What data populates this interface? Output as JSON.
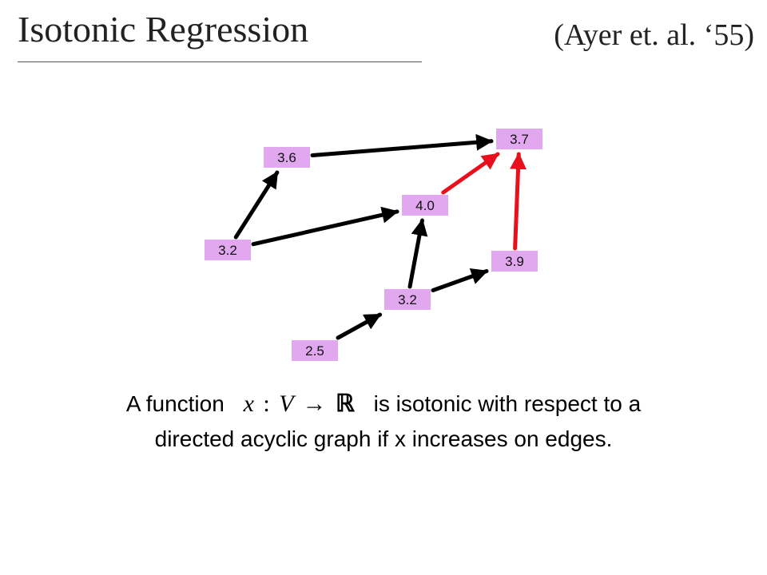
{
  "header": {
    "title": "Isotonic Regression",
    "citation": "(Ayer et. al. ‘55)"
  },
  "graph": {
    "nodes": [
      {
        "id": "n32a",
        "label": "3.2"
      },
      {
        "id": "n36",
        "label": "3.6"
      },
      {
        "id": "n37",
        "label": "3.7"
      },
      {
        "id": "n40",
        "label": "4.0"
      },
      {
        "id": "n39",
        "label": "3.9"
      },
      {
        "id": "n32b",
        "label": "3.2"
      },
      {
        "id": "n25",
        "label": "2.5"
      }
    ],
    "edges": [
      {
        "from": "n32a",
        "to": "n36",
        "violating": false
      },
      {
        "from": "n36",
        "to": "n37",
        "violating": false
      },
      {
        "from": "n32a",
        "to": "n40",
        "violating": false
      },
      {
        "from": "n40",
        "to": "n37",
        "violating": true
      },
      {
        "from": "n39",
        "to": "n37",
        "violating": true
      },
      {
        "from": "n32b",
        "to": "n40",
        "violating": false
      },
      {
        "from": "n32b",
        "to": "n39",
        "violating": false
      },
      {
        "from": "n25",
        "to": "n32b",
        "violating": false
      }
    ],
    "colors": {
      "node_fill": "#e2a8ef",
      "edge": "#000000",
      "violating_edge": "#e8101c"
    }
  },
  "caption": {
    "prefix": "A function",
    "math_x": "x",
    "math_colon": ":",
    "math_V": "V",
    "math_arrow": "→",
    "math_R": "ℝ",
    "suffix": "is isotonic with respect to a",
    "line2": "directed acyclic graph if x increases on edges."
  }
}
